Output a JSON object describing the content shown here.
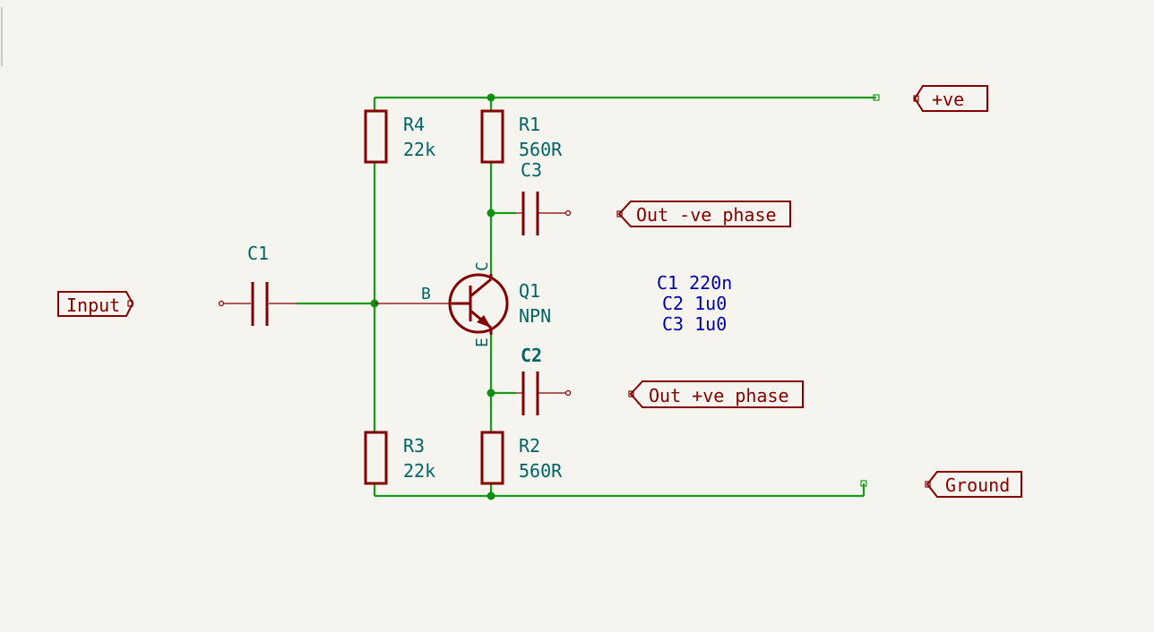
{
  "labels": {
    "input": "Input",
    "vplus": "+ve",
    "out_neg": "Out -ve phase",
    "out_pos": "Out +ve phase",
    "ground": "Ground"
  },
  "components": {
    "R4": {
      "ref": "R4",
      "value": "22k"
    },
    "R1": {
      "ref": "R1",
      "value": "560R"
    },
    "R3": {
      "ref": "R3",
      "value": "22k"
    },
    "R2": {
      "ref": "R2",
      "value": "560R"
    },
    "C1": {
      "ref": "C1"
    },
    "C2": {
      "ref": "C2"
    },
    "C3": {
      "ref": "C3"
    },
    "Q1": {
      "ref": "Q1",
      "value": "NPN",
      "pin_b": "B",
      "pin_c": "C",
      "pin_e": "E"
    }
  },
  "notes": {
    "line1": "C1 220n",
    "line2": "C2 1u0",
    "line3": "C3 1u0"
  }
}
